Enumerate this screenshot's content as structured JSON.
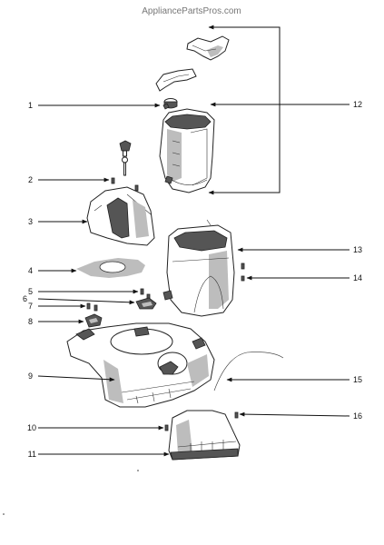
{
  "watermark": "AppliancePartsPros.com",
  "callouts": [
    {
      "label": "1"
    },
    {
      "label": "2"
    },
    {
      "label": "3"
    },
    {
      "label": "4"
    },
    {
      "label": "5"
    },
    {
      "label": "6"
    },
    {
      "label": "7"
    },
    {
      "label": "8"
    },
    {
      "label": "9"
    },
    {
      "label": "10"
    },
    {
      "label": "11"
    },
    {
      "label": "12"
    },
    {
      "label": "13"
    },
    {
      "label": "14"
    },
    {
      "label": "15"
    },
    {
      "label": "16"
    }
  ]
}
